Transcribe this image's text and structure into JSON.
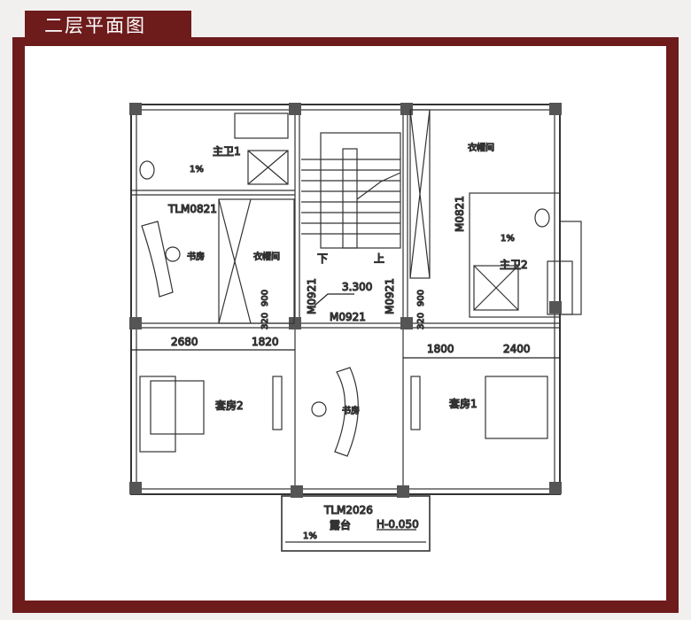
{
  "title": "二层平面图",
  "rooms": {
    "bath1": "主卫1",
    "bath2": "主卫2",
    "study1": "书房",
    "closet1": "衣帽间",
    "closet2": "衣帽间",
    "suite2": "套房2",
    "suite1": "套房1",
    "study2": "书房",
    "balcony": "露台",
    "stair_down": "下",
    "stair_up": "上"
  },
  "labels": {
    "door_tlm0821": "TLM0821",
    "door_tlm2026": "TLM2026",
    "door_m0821": "M0821",
    "door_m0921a": "M0921",
    "door_m0921b": "M0921",
    "door_m0921c": "M0921",
    "slope1": "1%",
    "slope2": "1%",
    "slope3": "1%",
    "elev_floor": "3.300",
    "elev_balcony": "H-0.050"
  },
  "dimensions": {
    "d1": "2680",
    "d2": "1820",
    "d3": "1800",
    "d4": "2400",
    "d900a": "900",
    "d320a": "320",
    "d900b": "900",
    "d320b": "320"
  }
}
